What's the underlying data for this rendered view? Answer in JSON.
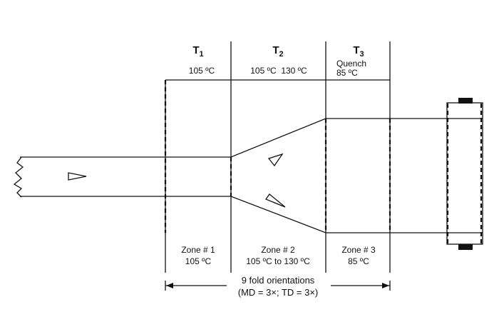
{
  "zones": [
    {
      "header": "T",
      "sub": "1",
      "top_temp": "105 ºC",
      "bottom_name": "Zone # 1",
      "bottom_temp": "105 ºC"
    },
    {
      "header": "T",
      "sub": "2",
      "top_temp": "105 ºC  130 ºC",
      "bottom_name": "Zone # 2",
      "bottom_temp": "105 ºC to 130 ºC"
    },
    {
      "header": "T",
      "sub": "3",
      "top_label": "Quench",
      "top_temp": "85 ºC",
      "bottom_name": "Zone # 3",
      "bottom_temp": "85 ºC"
    }
  ],
  "orientation": {
    "line1": "9 fold orientations",
    "line2": "(MD = 3×; TD = 3×)"
  },
  "icons": [
    "film-break-edge-icon",
    "flow-arrow-icon",
    "take-up-roll-icon"
  ]
}
